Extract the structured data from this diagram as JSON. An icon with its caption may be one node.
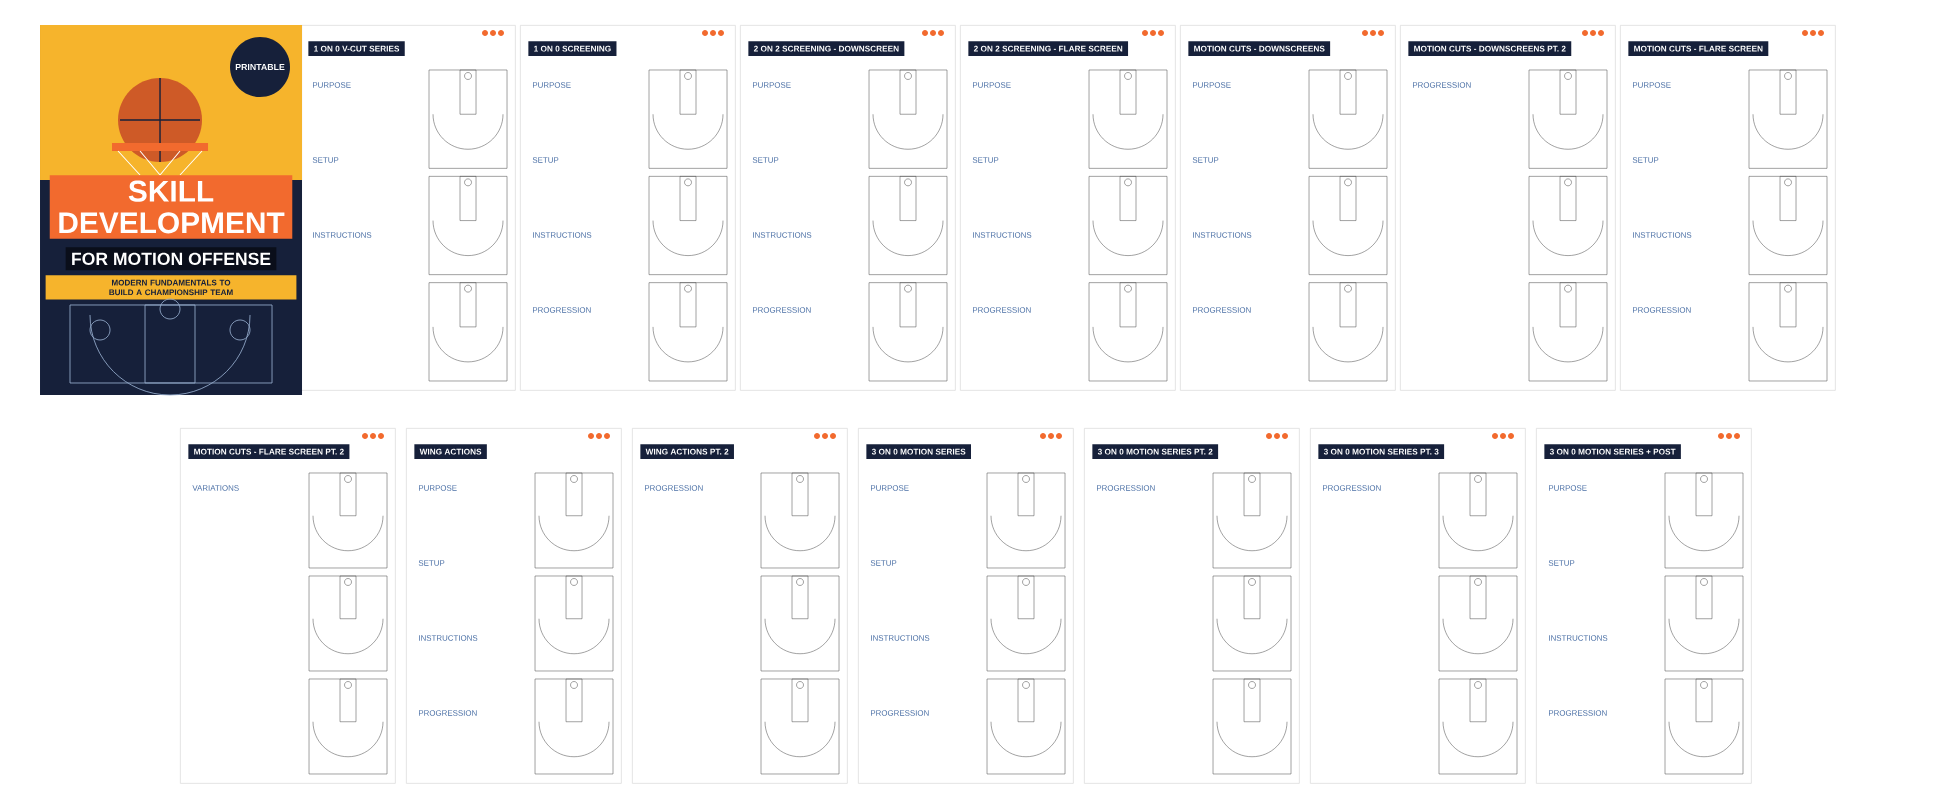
{
  "diagram": {
    "nodes": [
      {
        "text": [
          "SKILL DEVELOPMENT",
          "FOR MOTION OFFENSE",
          "MODERN FUNDAMENTALS TO BUILD A CHAMPIONSHIP TEAM"
        ]
      },
      {
        "text": [
          "PRINTABLE"
        ],
        "in": 0
      },
      {
        "text": [
          "1 ON 0 V-CUT SERIES",
          "PURPOSE",
          "SETUP",
          "INSTRUCTIONS"
        ]
      },
      {
        "text": [
          "1 ON 0 SCREENING",
          "PURPOSE",
          "SETUP",
          "INSTRUCTIONS",
          "PROGRESSION"
        ]
      },
      {
        "text": [
          "2 ON 2 SCREENING - DOWNSCREEN",
          "PURPOSE",
          "SETUP",
          "INSTRUCTIONS",
          "PROGRESSION"
        ]
      },
      {
        "text": [
          "2 ON 2 SCREENING - FLARE SCREEN",
          "PURPOSE",
          "SETUP",
          "INSTRUCTIONS",
          "PROGRESSION"
        ]
      },
      {
        "text": [
          "MOTION CUTS - DOWNSCREENS",
          "PURPOSE",
          "SETUP",
          "INSTRUCTIONS",
          "PROGRESSION"
        ]
      },
      {
        "text": [
          "MOTION CUTS - DOWNSCREENS PT. 2",
          "PROGRESSION"
        ]
      },
      {
        "text": [
          "MOTION CUTS - FLARE SCREEN",
          "PURPOSE",
          "SETUP",
          "INSTRUCTIONS",
          "PROGRESSION"
        ]
      },
      {
        "text": [
          "MOTION CUTS - FLARE SCREEN PT. 2",
          "VARIATIONS"
        ]
      },
      {
        "text": [
          "WING ACTIONS",
          "PURPOSE",
          "SETUP",
          "INSTRUCTIONS",
          "PROGRESSION"
        ]
      },
      {
        "text": [
          "WING ACTIONS PT. 2",
          "PROGRESSION"
        ]
      },
      {
        "text": [
          "3 ON 0 MOTION SERIES",
          "PURPOSE",
          "SETUP",
          "INSTRUCTIONS",
          "PROGRESSION"
        ]
      },
      {
        "text": [
          "3 ON 0 MOTION SERIES PT. 2",
          "PROGRESSION"
        ]
      },
      {
        "text": [
          "3 ON 0 MOTION SERIES PT. 3",
          "PROGRESSION"
        ]
      },
      {
        "text": [
          "3 ON 0 MOTION SERIES + POST",
          "PURPOSE",
          "SETUP",
          "INSTRUCTIONS",
          "PROGRESSION"
        ]
      }
    ]
  }
}
